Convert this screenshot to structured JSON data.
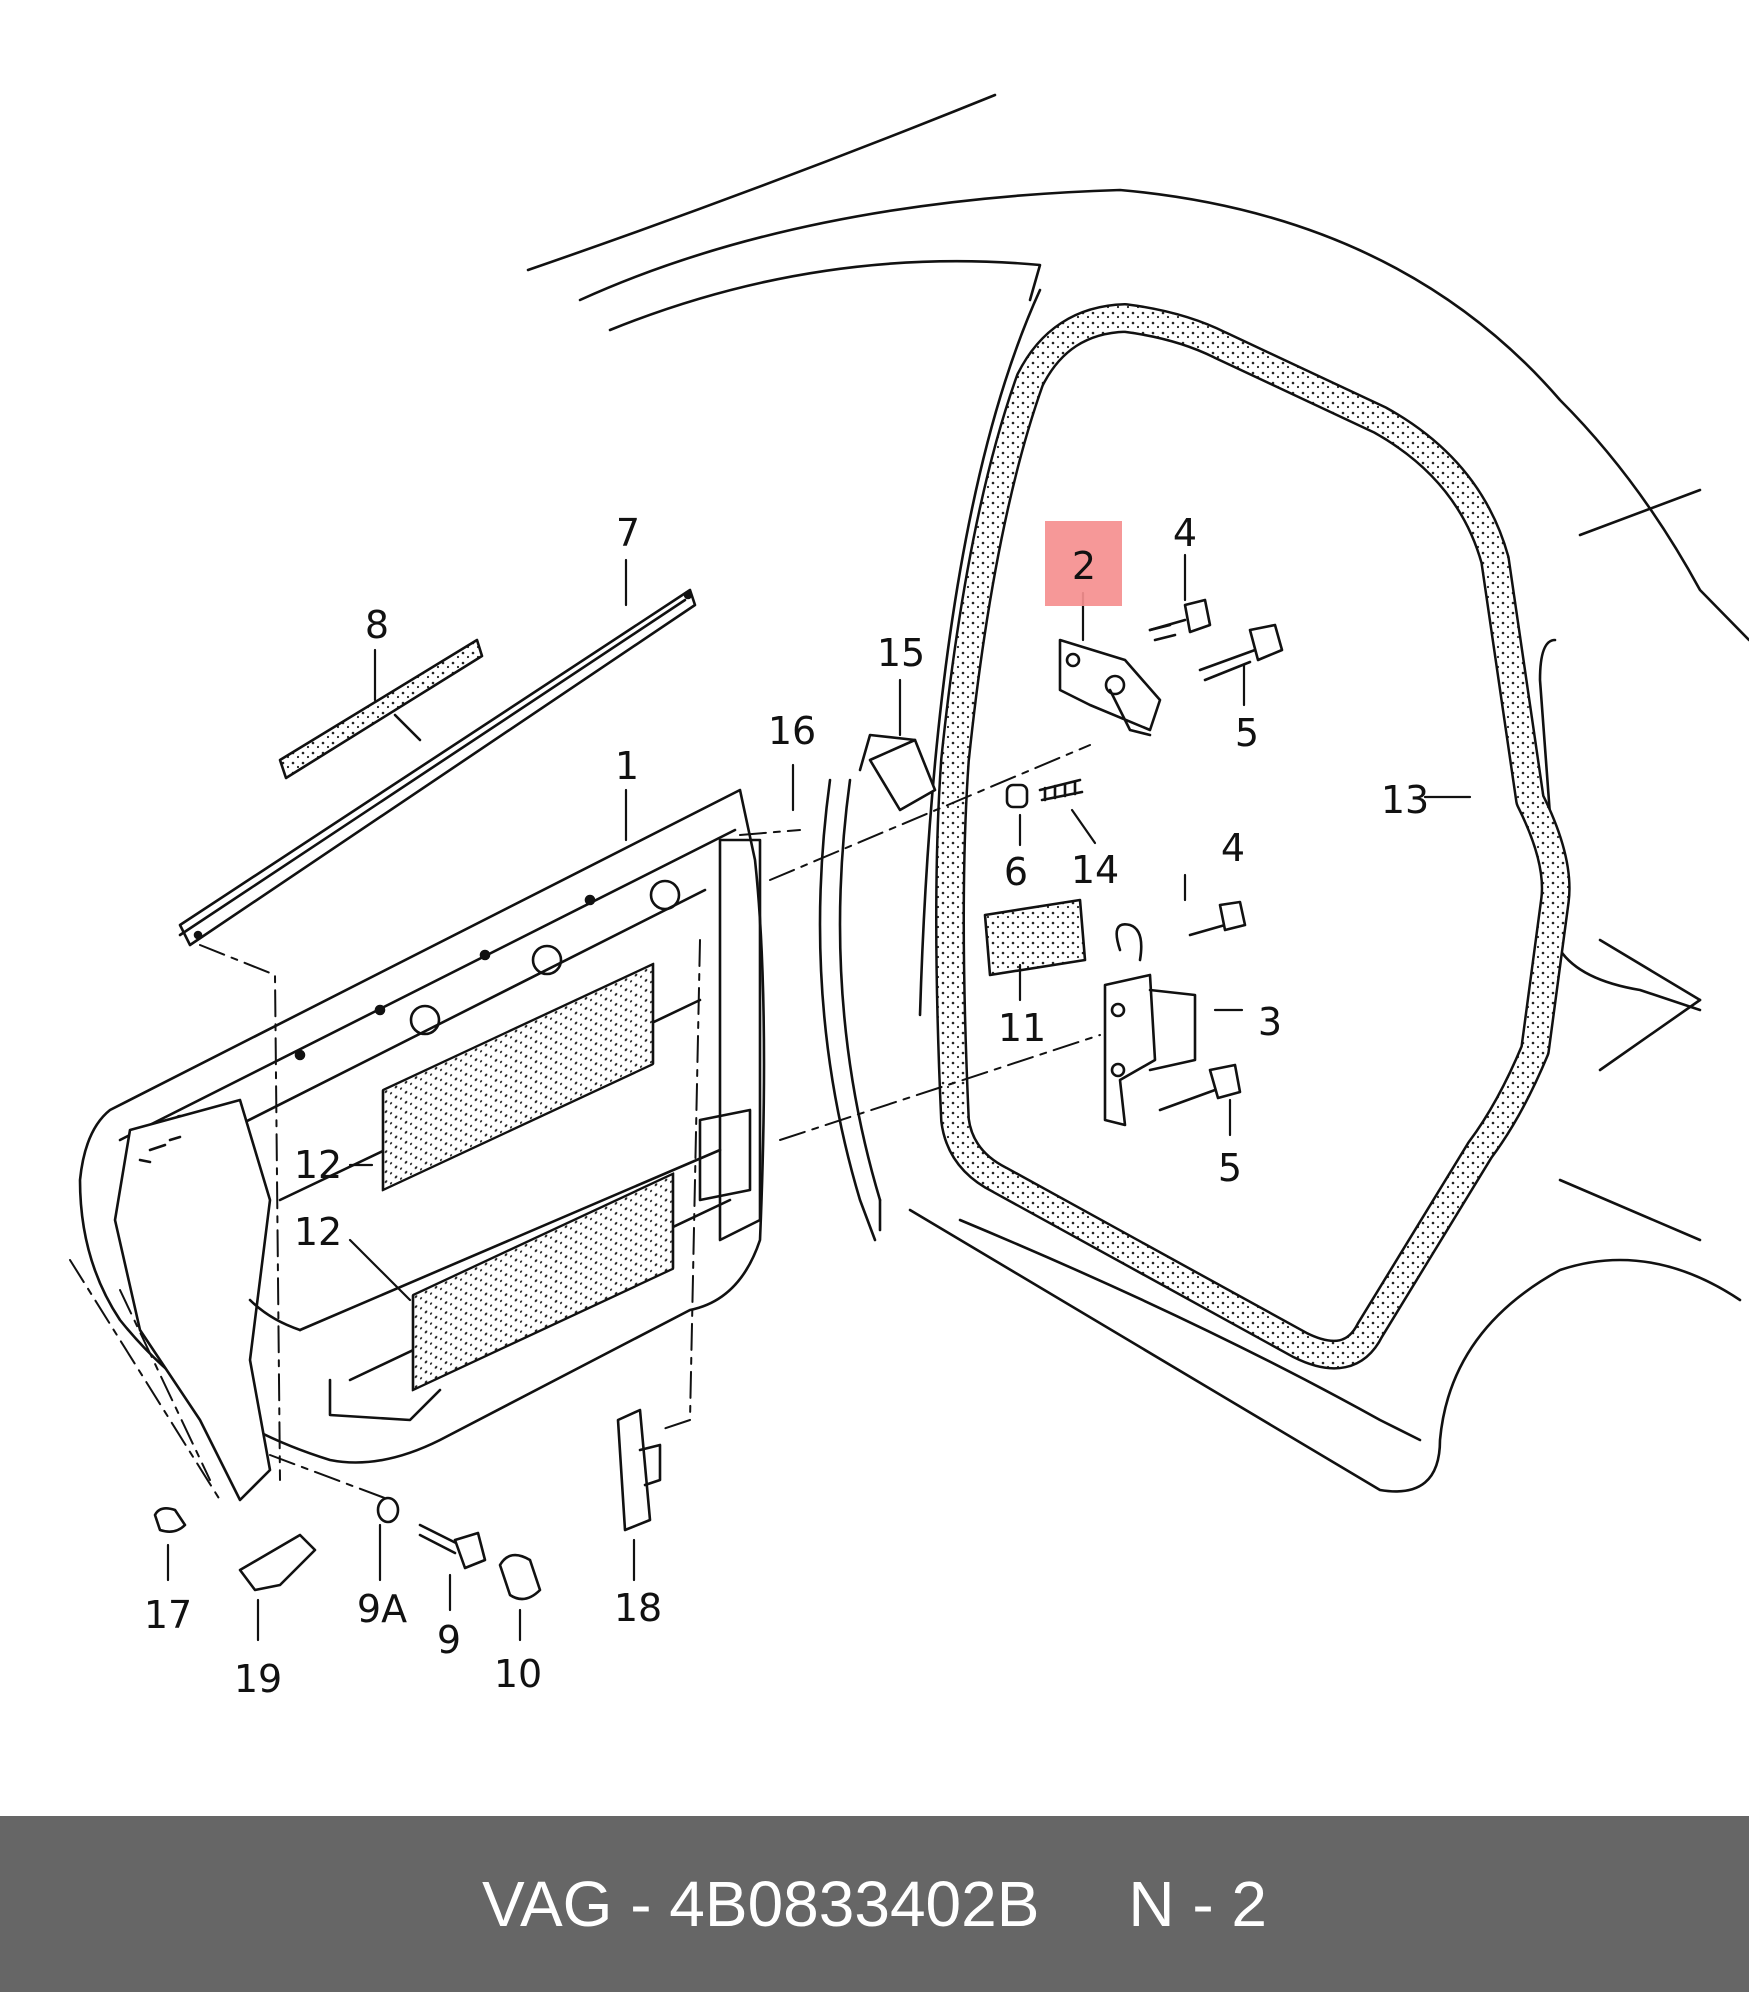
{
  "highlighted_callout": "2",
  "callouts": {
    "c1": "1",
    "c2": "2",
    "c3": "3",
    "c4a": "4",
    "c4b": "4",
    "c5a": "5",
    "c5b": "5",
    "c6": "6",
    "c7": "7",
    "c8": "8",
    "c9": "9",
    "c9a": "9A",
    "c10": "10",
    "c11": "11",
    "c12a": "12",
    "c12b": "12",
    "c13": "13",
    "c14": "14",
    "c15": "15",
    "c16": "16",
    "c17": "17",
    "c18": "18",
    "c19": "19"
  },
  "footer": {
    "brand": "VAG",
    "separator": " - ",
    "part_number": "4B0833402B",
    "gap": "     ",
    "position_label": "N - 2"
  },
  "colors": {
    "highlight": "#f58f8f",
    "footer_bg": "#666666",
    "footer_text": "#ffffff",
    "line": "#111111"
  }
}
